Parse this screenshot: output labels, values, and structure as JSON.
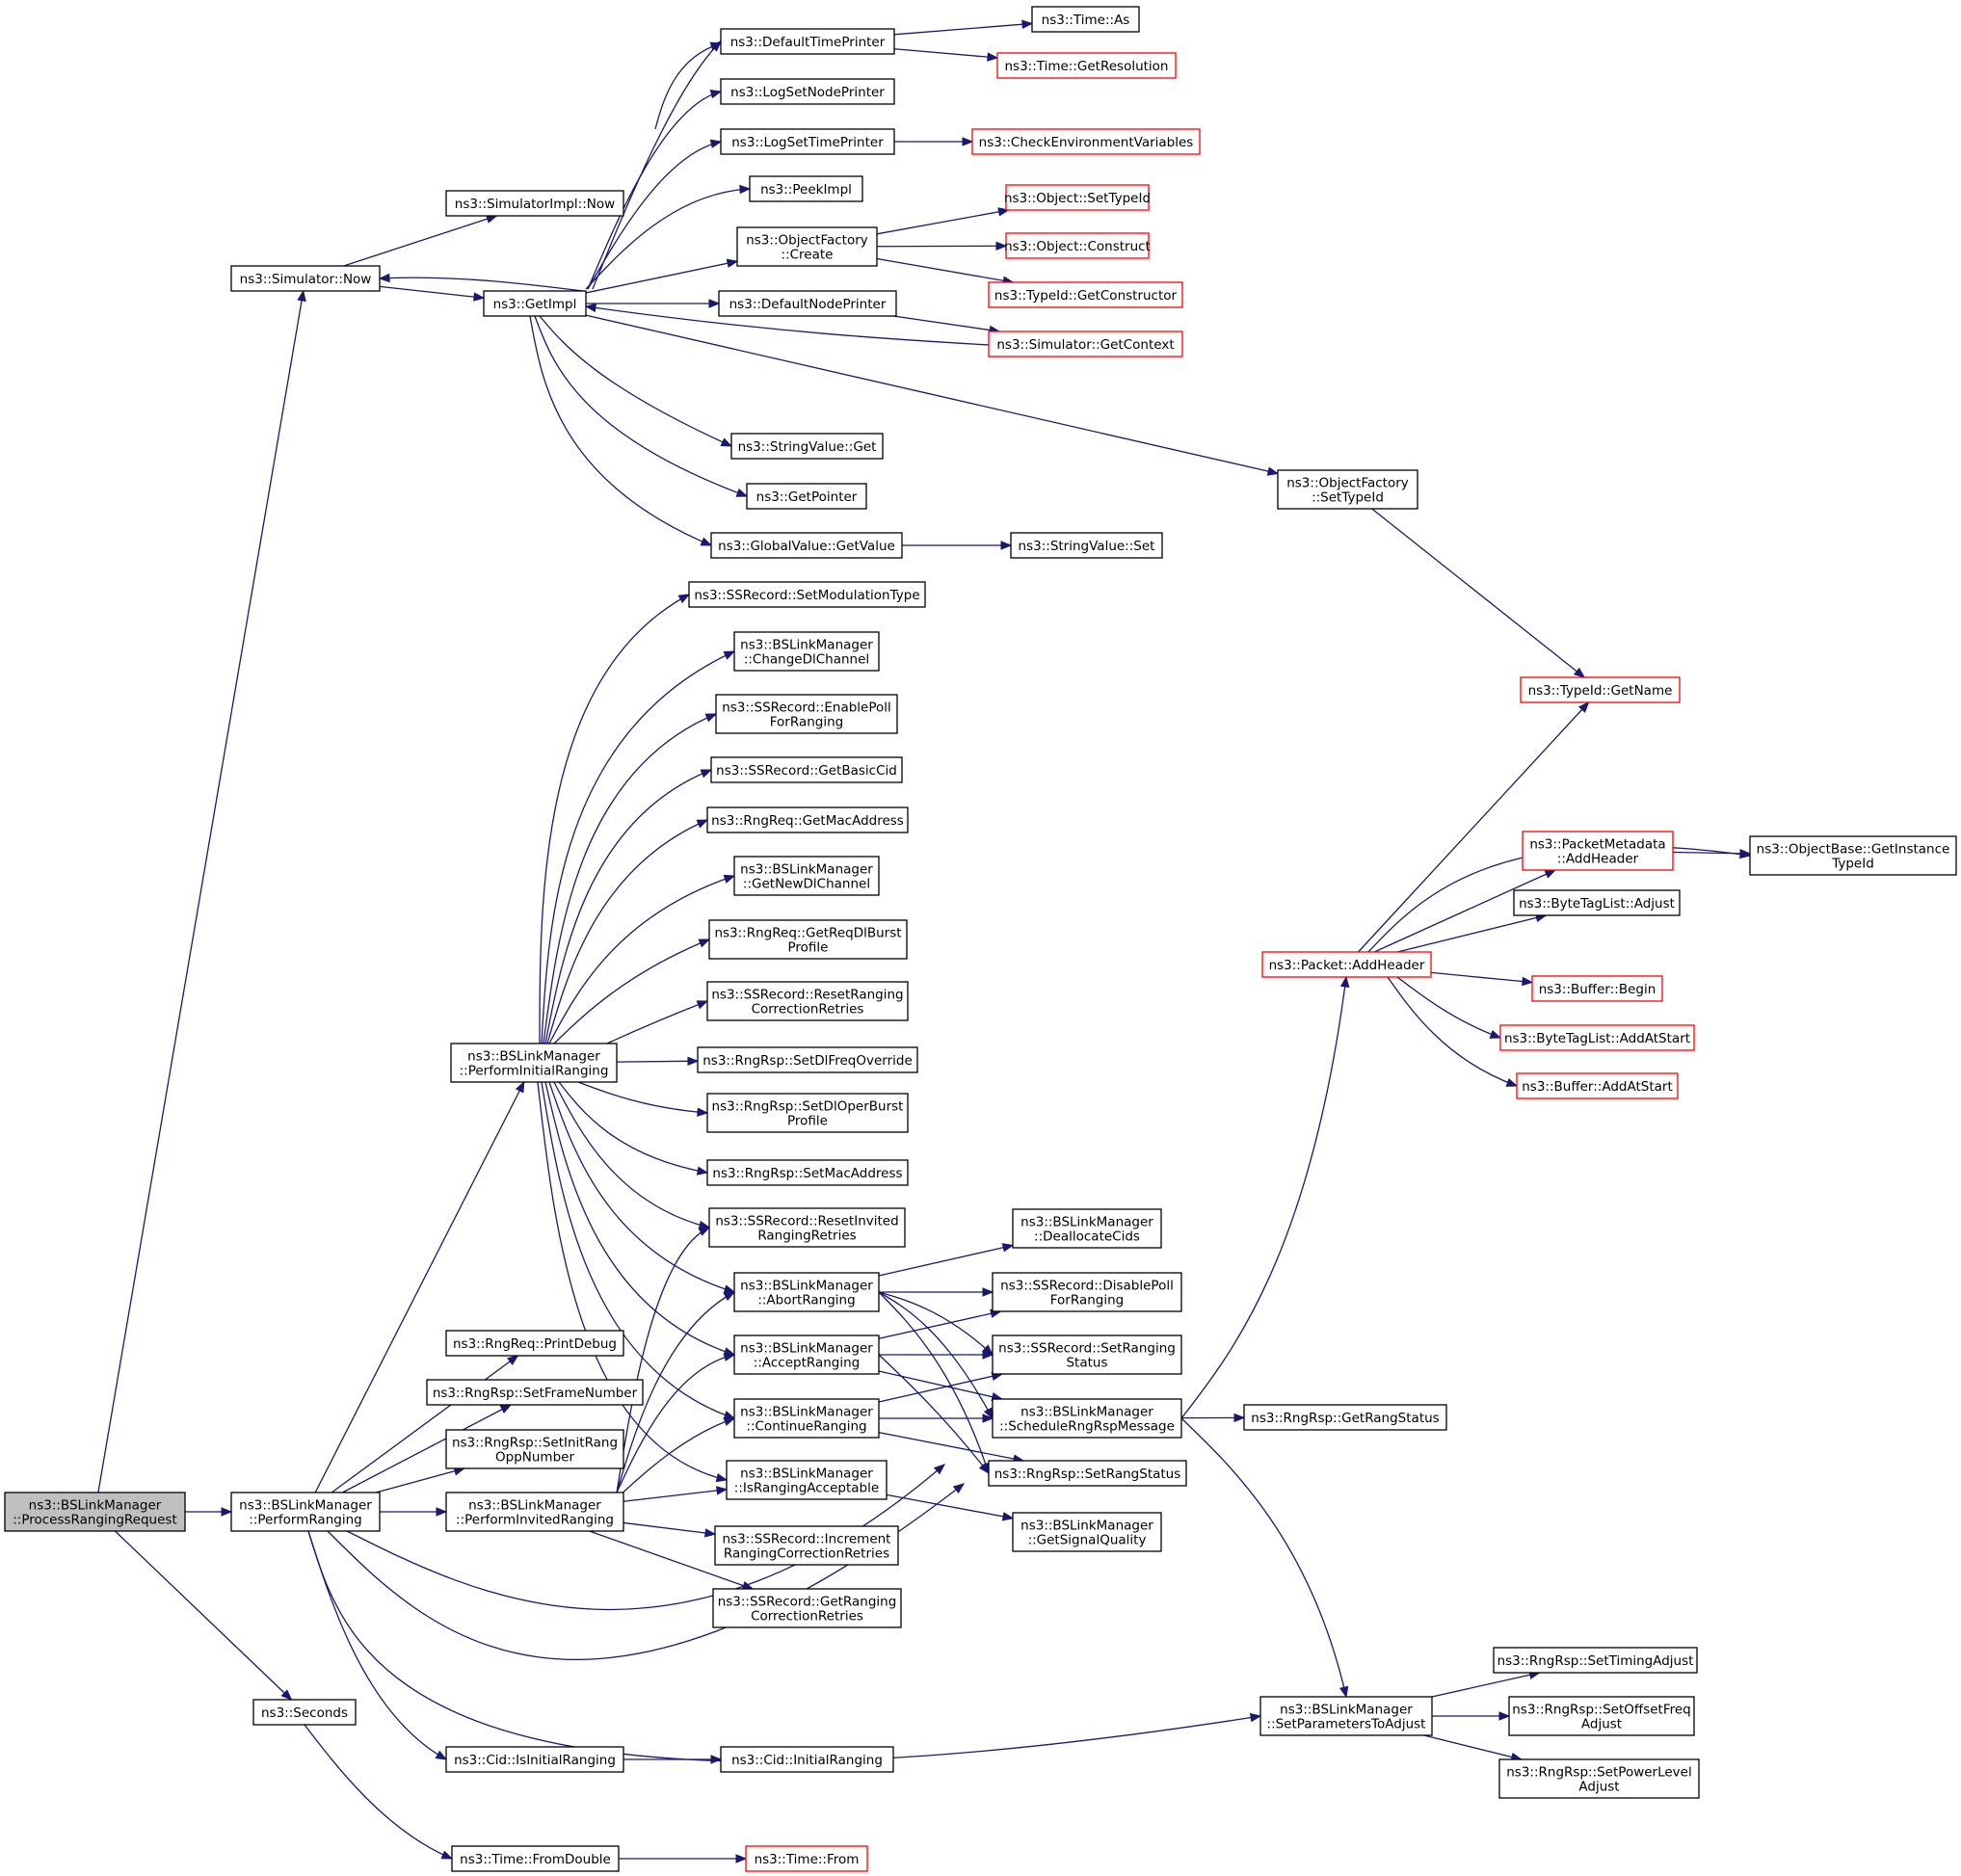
{
  "colors": {
    "edge": "#191970",
    "node_border": "#000000",
    "truncated_border": "#ff0000",
    "root_fill": "#bfbfbf"
  },
  "nodes": [
    {
      "id": "root",
      "lines": [
        "ns3::BSLinkManager",
        "::ProcessRangingRequest"
      ],
      "root": true
    },
    {
      "id": "sim_now",
      "lines": [
        "ns3::Simulator::Now"
      ]
    },
    {
      "id": "perf_ranging",
      "lines": [
        "ns3::BSLinkManager",
        "::PerformRanging"
      ]
    },
    {
      "id": "seconds",
      "lines": [
        "ns3::Seconds"
      ]
    },
    {
      "id": "simimpl_now",
      "lines": [
        "ns3::SimulatorImpl::Now"
      ]
    },
    {
      "id": "getimpl",
      "lines": [
        "ns3::GetImpl"
      ]
    },
    {
      "id": "default_time",
      "lines": [
        "ns3::DefaultTimePrinter"
      ]
    },
    {
      "id": "logsetnode",
      "lines": [
        "ns3::LogSetNodePrinter"
      ]
    },
    {
      "id": "logsettime",
      "lines": [
        "ns3::LogSetTimePrinter"
      ]
    },
    {
      "id": "peekimpl",
      "lines": [
        "ns3::PeekImpl"
      ]
    },
    {
      "id": "of_create",
      "lines": [
        "ns3::ObjectFactory",
        "::Create"
      ]
    },
    {
      "id": "default_node",
      "lines": [
        "ns3::DefaultNodePrinter"
      ]
    },
    {
      "id": "sv_get",
      "lines": [
        "ns3::StringValue::Get"
      ]
    },
    {
      "id": "getpointer",
      "lines": [
        "ns3::GetPointer"
      ]
    },
    {
      "id": "gv_getvalue",
      "lines": [
        "ns3::GlobalValue::GetValue"
      ]
    },
    {
      "id": "time_as",
      "lines": [
        "ns3::Time::As"
      ]
    },
    {
      "id": "time_getres",
      "lines": [
        "ns3::Time::GetResolution"
      ],
      "truncated": true
    },
    {
      "id": "checkenv",
      "lines": [
        "ns3::CheckEnvironmentVariables"
      ],
      "truncated": true
    },
    {
      "id": "obj_settypeid",
      "lines": [
        "ns3::Object::SetTypeId"
      ],
      "truncated": true
    },
    {
      "id": "obj_construct",
      "lines": [
        "ns3::Object::Construct"
      ],
      "truncated": true
    },
    {
      "id": "typeid_getctor",
      "lines": [
        "ns3::TypeId::GetConstructor"
      ],
      "truncated": true
    },
    {
      "id": "sim_getcontext",
      "lines": [
        "ns3::Simulator::GetContext"
      ],
      "truncated": true
    },
    {
      "id": "of_settypeid",
      "lines": [
        "ns3::ObjectFactory",
        "::SetTypeId"
      ]
    },
    {
      "id": "sv_set",
      "lines": [
        "ns3::StringValue::Set"
      ]
    },
    {
      "id": "typeid_getname",
      "lines": [
        "ns3::TypeId::GetName"
      ],
      "truncated": true
    },
    {
      "id": "ss_setmod",
      "lines": [
        "ns3::SSRecord::SetModulationType"
      ]
    },
    {
      "id": "bs_changedl",
      "lines": [
        "ns3::BSLinkManager",
        "::ChangeDlChannel"
      ]
    },
    {
      "id": "ss_enablepoll",
      "lines": [
        "ns3::SSRecord::EnablePoll",
        "ForRanging"
      ]
    },
    {
      "id": "ss_getbasic",
      "lines": [
        "ns3::SSRecord::GetBasicCid"
      ]
    },
    {
      "id": "rngreq_getmac",
      "lines": [
        "ns3::RngReq::GetMacAddress"
      ]
    },
    {
      "id": "bs_getnewdl",
      "lines": [
        "ns3::BSLinkManager",
        "::GetNewDlChannel"
      ]
    },
    {
      "id": "rngreq_getreqdl",
      "lines": [
        "ns3::RngReq::GetReqDlBurst",
        "Profile"
      ]
    },
    {
      "id": "ss_resetcorr",
      "lines": [
        "ns3::SSRecord::ResetRanging",
        "CorrectionRetries"
      ]
    },
    {
      "id": "perf_initial",
      "lines": [
        "ns3::BSLinkManager",
        "::PerformInitialRanging"
      ]
    },
    {
      "id": "rngrsp_setdlfreq",
      "lines": [
        "ns3::RngRsp::SetDlFreqOverride"
      ]
    },
    {
      "id": "rngrsp_setdloper",
      "lines": [
        "ns3::RngRsp::SetDlOperBurst",
        "Profile"
      ]
    },
    {
      "id": "rngrsp_setmac",
      "lines": [
        "ns3::RngRsp::SetMacAddress"
      ]
    },
    {
      "id": "ss_resetinvited",
      "lines": [
        "ns3::SSRecord::ResetInvited",
        "RangingRetries"
      ]
    },
    {
      "id": "bs_abort",
      "lines": [
        "ns3::BSLinkManager",
        "::AbortRanging"
      ]
    },
    {
      "id": "bs_accept",
      "lines": [
        "ns3::BSLinkManager",
        "::AcceptRanging"
      ]
    },
    {
      "id": "bs_continue",
      "lines": [
        "ns3::BSLinkManager",
        "::ContinueRanging"
      ]
    },
    {
      "id": "bs_isacceptable",
      "lines": [
        "ns3::BSLinkManager",
        "::IsRangingAcceptable"
      ]
    },
    {
      "id": "bs_dealloc",
      "lines": [
        "ns3::BSLinkManager",
        "::DeallocateCids"
      ]
    },
    {
      "id": "ss_disablepoll",
      "lines": [
        "ns3::SSRecord::DisablePoll",
        "ForRanging"
      ]
    },
    {
      "id": "ss_setrangstatus",
      "lines": [
        "ns3::SSRecord::SetRanging",
        "Status"
      ]
    },
    {
      "id": "bs_schedule",
      "lines": [
        "ns3::BSLinkManager",
        "::ScheduleRngRspMessage"
      ]
    },
    {
      "id": "rngrsp_setrang",
      "lines": [
        "ns3::RngRsp::SetRangStatus"
      ]
    },
    {
      "id": "bs_getsignal",
      "lines": [
        "ns3::BSLinkManager",
        "::GetSignalQuality"
      ]
    },
    {
      "id": "rngrsp_getrang",
      "lines": [
        "ns3::RngRsp::GetRangStatus"
      ]
    },
    {
      "id": "rngreq_print",
      "lines": [
        "ns3::RngReq::PrintDebug"
      ]
    },
    {
      "id": "rngrsp_setframe",
      "lines": [
        "ns3::RngRsp::SetFrameNumber"
      ]
    },
    {
      "id": "rngrsp_setinit",
      "lines": [
        "ns3::RngRsp::SetInitRang",
        "OppNumber"
      ]
    },
    {
      "id": "perf_invited",
      "lines": [
        "ns3::BSLinkManager",
        "::PerformInvitedRanging"
      ]
    },
    {
      "id": "ss_increment",
      "lines": [
        "ns3::SSRecord::Increment",
        "RangingCorrectionRetries"
      ]
    },
    {
      "id": "ss_getrangcorr",
      "lines": [
        "ns3::SSRecord::GetRanging",
        "CorrectionRetries"
      ]
    },
    {
      "id": "cid_isinitial",
      "lines": [
        "ns3::Cid::IsInitialRanging"
      ]
    },
    {
      "id": "cid_initial",
      "lines": [
        "ns3::Cid::InitialRanging"
      ]
    },
    {
      "id": "time_fromdouble",
      "lines": [
        "ns3::Time::FromDouble"
      ]
    },
    {
      "id": "time_from",
      "lines": [
        "ns3::Time::From"
      ],
      "truncated": true
    },
    {
      "id": "packet_addheader",
      "lines": [
        "ns3::Packet::AddHeader"
      ],
      "truncated": true
    },
    {
      "id": "objbase_getinst",
      "lines": [
        "ns3::ObjectBase::GetInstance",
        "TypeId"
      ]
    },
    {
      "id": "pm_addheader",
      "lines": [
        "ns3::PacketMetadata",
        "::AddHeader"
      ],
      "truncated": true
    },
    {
      "id": "btl_adjust",
      "lines": [
        "ns3::ByteTagList::Adjust"
      ]
    },
    {
      "id": "buf_begin",
      "lines": [
        "ns3::Buffer::Begin"
      ],
      "truncated": true
    },
    {
      "id": "btl_addatstart",
      "lines": [
        "ns3::ByteTagList::AddAtStart"
      ],
      "truncated": true
    },
    {
      "id": "buf_addatstart",
      "lines": [
        "ns3::Buffer::AddAtStart"
      ],
      "truncated": true
    },
    {
      "id": "bs_setparams",
      "lines": [
        "ns3::BSLinkManager",
        "::SetParametersToAdjust"
      ]
    },
    {
      "id": "rngrsp_settiming",
      "lines": [
        "ns3::RngRsp::SetTimingAdjust"
      ]
    },
    {
      "id": "rngrsp_setoffset",
      "lines": [
        "ns3::RngRsp::SetOffsetFreq",
        "Adjust"
      ]
    },
    {
      "id": "rngrsp_setpower",
      "lines": [
        "ns3::RngRsp::SetPowerLevel",
        "Adjust"
      ]
    }
  ],
  "edges": [
    [
      "root",
      "sim_now"
    ],
    [
      "root",
      "perf_ranging"
    ],
    [
      "root",
      "seconds"
    ],
    [
      "sim_now",
      "simimpl_now"
    ],
    [
      "sim_now",
      "getimpl"
    ],
    [
      "getimpl",
      "sim_now"
    ],
    [
      "getimpl",
      "default_time"
    ],
    [
      "getimpl",
      "logsetnode"
    ],
    [
      "getimpl",
      "logsettime"
    ],
    [
      "getimpl",
      "peekimpl"
    ],
    [
      "getimpl",
      "of_create"
    ],
    [
      "getimpl",
      "default_node"
    ],
    [
      "getimpl",
      "sv_get"
    ],
    [
      "getimpl",
      "getpointer"
    ],
    [
      "getimpl",
      "gv_getvalue"
    ],
    [
      "getimpl",
      "of_settypeid"
    ],
    [
      "default_time",
      "time_as"
    ],
    [
      "default_time",
      "time_getres"
    ],
    [
      "logsettime",
      "checkenv"
    ],
    [
      "logsettime",
      "default_time"
    ],
    [
      "of_create",
      "obj_settypeid"
    ],
    [
      "of_create",
      "obj_construct"
    ],
    [
      "of_create",
      "typeid_getctor"
    ],
    [
      "default_node",
      "sim_getcontext"
    ],
    [
      "sim_getcontext",
      "getimpl"
    ],
    [
      "gv_getvalue",
      "sv_set"
    ],
    [
      "of_settypeid",
      "typeid_getname"
    ],
    [
      "perf_ranging",
      "perf_initial"
    ],
    [
      "perf_ranging",
      "rngreq_print"
    ],
    [
      "perf_ranging",
      "rngrsp_setframe"
    ],
    [
      "perf_ranging",
      "rngrsp_setinit"
    ],
    [
      "perf_ranging",
      "perf_invited"
    ],
    [
      "perf_ranging",
      "bs_schedule"
    ],
    [
      "perf_ranging",
      "rngrsp_setrang"
    ],
    [
      "perf_ranging",
      "cid_isinitial"
    ],
    [
      "perf_ranging",
      "bs_setparams"
    ],
    [
      "perf_initial",
      "ss_setmod"
    ],
    [
      "perf_initial",
      "bs_changedl"
    ],
    [
      "perf_initial",
      "ss_enablepoll"
    ],
    [
      "perf_initial",
      "ss_getbasic"
    ],
    [
      "perf_initial",
      "rngreq_getmac"
    ],
    [
      "perf_initial",
      "bs_getnewdl"
    ],
    [
      "perf_initial",
      "rngreq_getreqdl"
    ],
    [
      "perf_initial",
      "ss_resetcorr"
    ],
    [
      "perf_initial",
      "rngrsp_setdlfreq"
    ],
    [
      "perf_initial",
      "rngrsp_setdloper"
    ],
    [
      "perf_initial",
      "rngrsp_setmac"
    ],
    [
      "perf_initial",
      "ss_resetinvited"
    ],
    [
      "perf_initial",
      "bs_abort"
    ],
    [
      "perf_initial",
      "bs_accept"
    ],
    [
      "perf_initial",
      "bs_continue"
    ],
    [
      "perf_initial",
      "bs_isacceptable"
    ],
    [
      "perf_invited",
      "ss_resetinvited"
    ],
    [
      "perf_invited",
      "bs_abort"
    ],
    [
      "perf_invited",
      "bs_accept"
    ],
    [
      "perf_invited",
      "bs_continue"
    ],
    [
      "perf_invited",
      "bs_isacceptable"
    ],
    [
      "perf_invited",
      "ss_increment"
    ],
    [
      "perf_invited",
      "ss_getrangcorr"
    ],
    [
      "bs_abort",
      "bs_dealloc"
    ],
    [
      "bs_abort",
      "ss_disablepoll"
    ],
    [
      "bs_abort",
      "ss_setrangstatus"
    ],
    [
      "bs_abort",
      "bs_schedule"
    ],
    [
      "bs_abort",
      "rngrsp_setrang"
    ],
    [
      "bs_accept",
      "ss_disablepoll"
    ],
    [
      "bs_accept",
      "ss_setrangstatus"
    ],
    [
      "bs_accept",
      "bs_schedule"
    ],
    [
      "bs_accept",
      "rngrsp_setrang"
    ],
    [
      "bs_continue",
      "ss_setrangstatus"
    ],
    [
      "bs_continue",
      "bs_schedule"
    ],
    [
      "bs_continue",
      "rngrsp_setrang"
    ],
    [
      "bs_isacceptable",
      "bs_getsignal"
    ],
    [
      "bs_schedule",
      "rngrsp_getrang"
    ],
    [
      "bs_schedule",
      "packet_addheader"
    ],
    [
      "bs_schedule",
      "bs_setparams"
    ],
    [
      "packet_addheader",
      "typeid_getname"
    ],
    [
      "packet_addheader",
      "objbase_getinst"
    ],
    [
      "packet_addheader",
      "pm_addheader"
    ],
    [
      "packet_addheader",
      "btl_adjust"
    ],
    [
      "packet_addheader",
      "buf_begin"
    ],
    [
      "packet_addheader",
      "btl_addatstart"
    ],
    [
      "packet_addheader",
      "buf_addatstart"
    ],
    [
      "pm_addheader",
      "objbase_getinst"
    ],
    [
      "bs_setparams",
      "rngrsp_settiming"
    ],
    [
      "bs_setparams",
      "rngrsp_setoffset"
    ],
    [
      "bs_setparams",
      "rngrsp_setpower"
    ],
    [
      "cid_isinitial",
      "cid_initial"
    ],
    [
      "seconds",
      "time_fromdouble"
    ],
    [
      "time_fromdouble",
      "time_from"
    ]
  ]
}
